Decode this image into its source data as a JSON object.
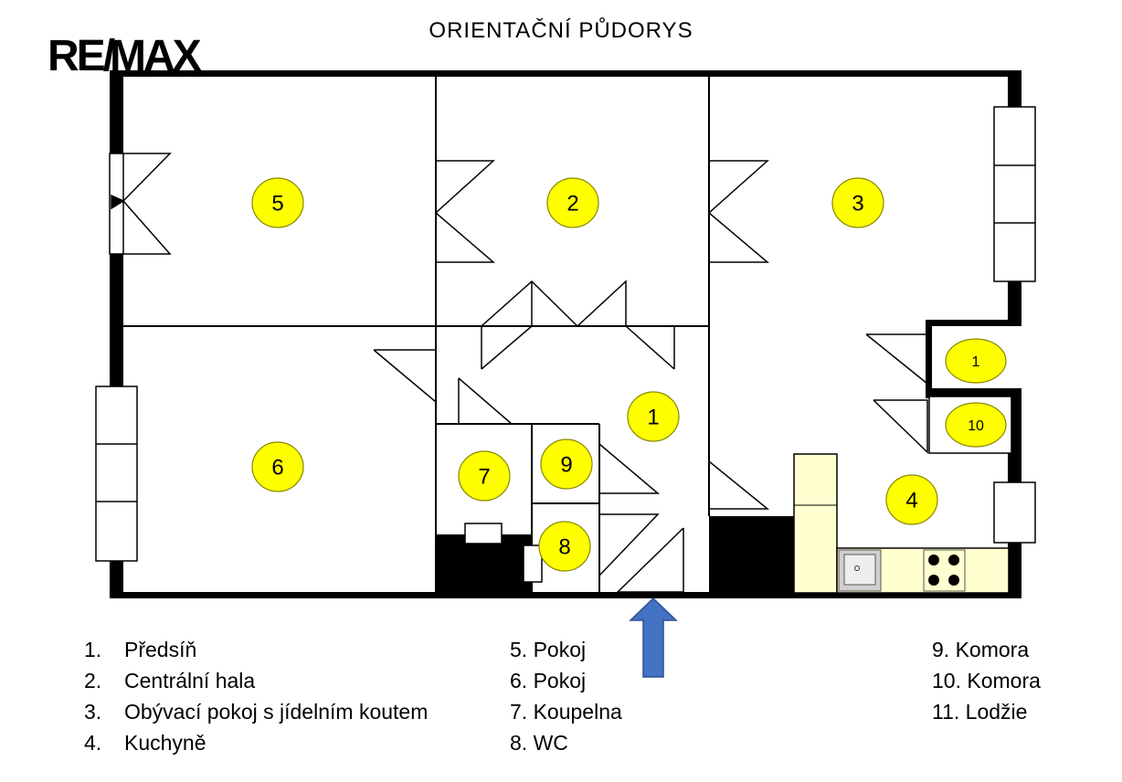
{
  "title": "ORIENTAČNÍ   PŮDORYS",
  "logo": "RE/MAX",
  "room_markers": [
    {
      "id": "room-5",
      "label": "5"
    },
    {
      "id": "room-2",
      "label": "2"
    },
    {
      "id": "room-3",
      "label": "3"
    },
    {
      "id": "room-6",
      "label": "6"
    },
    {
      "id": "room-1",
      "label": "1"
    },
    {
      "id": "room-7",
      "label": "7"
    },
    {
      "id": "room-9",
      "label": "9"
    },
    {
      "id": "room-8",
      "label": "8"
    },
    {
      "id": "room-4",
      "label": "4"
    },
    {
      "id": "room-11",
      "label": "1"
    },
    {
      "id": "room-10",
      "label": "10"
    }
  ],
  "legend": {
    "col1": [
      {
        "num": "1.",
        "text": "Předsíň"
      },
      {
        "num": "2.",
        "text": "Centrální hala"
      },
      {
        "num": "3.",
        "text": "Obývací pokoj s jídelním koutem"
      },
      {
        "num": "4.",
        "text": "Kuchyně"
      }
    ],
    "col2": [
      {
        "num": "5.",
        "text": "Pokoj"
      },
      {
        "num": "6.",
        "text": "Pokoj"
      },
      {
        "num": "7.",
        "text": "Koupelna"
      },
      {
        "num": "8.",
        "text": "WC"
      }
    ],
    "col3": [
      {
        "num": "9.",
        "text": "Komora"
      },
      {
        "num": "10.",
        "text": "Komora"
      },
      {
        "num": "11.",
        "text": "Lodžie"
      }
    ]
  },
  "colors": {
    "marker_fill": "#ffff00",
    "marker_stroke": "#888800",
    "wall": "#000000",
    "kitchen_unit": "#ffffd0",
    "entry_arrow": "#4472c4"
  },
  "icons": [
    "sink-icon",
    "stove-icon",
    "entrance-arrow-icon"
  ]
}
